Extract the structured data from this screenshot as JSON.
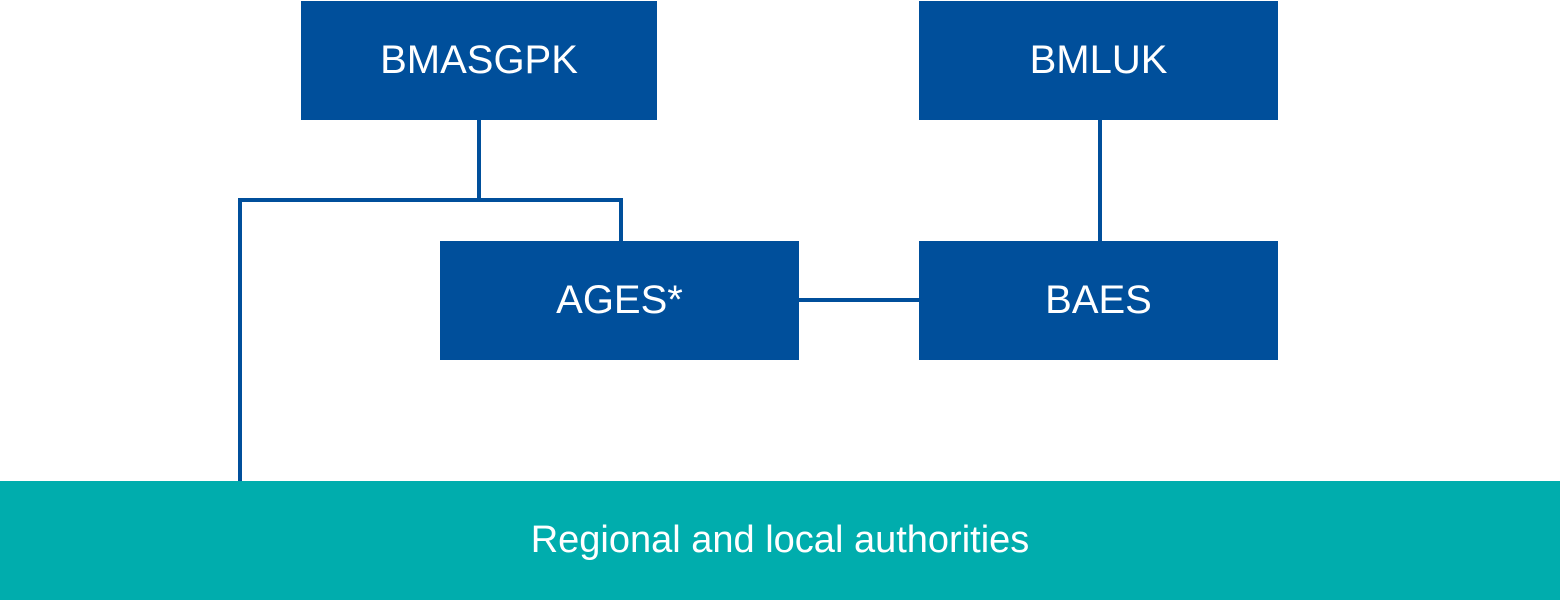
{
  "diagram": {
    "nodes": {
      "bmasgpk": "BMASGPK",
      "bmluk": "BMLUK",
      "ages": "AGES*",
      "baes": "BAES",
      "authorities": "Regional and local authorities"
    },
    "edges": [
      {
        "from": "BMASGPK",
        "to": "AGES*"
      },
      {
        "from": "BMASGPK",
        "to": "Regional and local authorities"
      },
      {
        "from": "BMLUK",
        "to": "BAES"
      },
      {
        "from": "AGES*",
        "to": "BAES"
      }
    ],
    "colors": {
      "node": "#004f9b",
      "footer": "#00adad",
      "text": "#ffffff"
    }
  }
}
